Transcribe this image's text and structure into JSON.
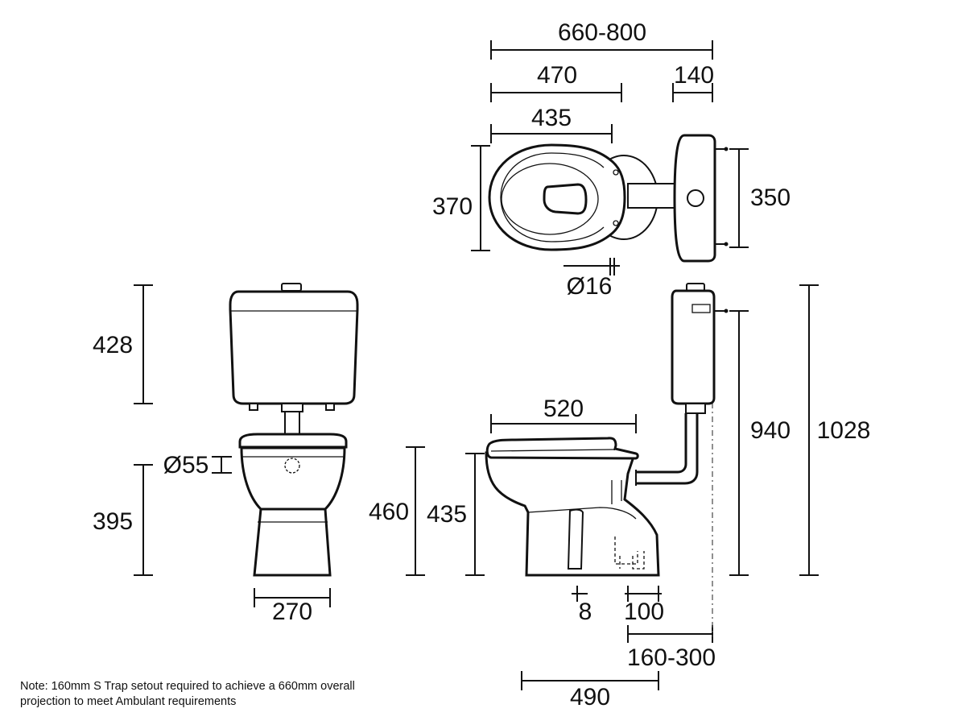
{
  "dimensions": {
    "overall_projection": "660-800",
    "pan_projection": "470",
    "cistern_depth_top": "140",
    "seat_length_top": "435",
    "pan_width": "370",
    "cistern_width": "350",
    "flush_pipe_diameter": "Ø16",
    "cistern_height": "428",
    "inlet_diameter": "Ø55",
    "pan_height_front": "395",
    "base_width": "270",
    "seat_length_side": "520",
    "seat_height": "460",
    "rim_height": "435",
    "base_offset": "8",
    "trap_offset": "100",
    "cistern_mount_height": "940",
    "overall_height": "1028",
    "setout": "160-300",
    "base_length": "490"
  },
  "note": "Note: 160mm S Trap setout required to achieve a 660mm overall projection to meet Ambulant requirements"
}
